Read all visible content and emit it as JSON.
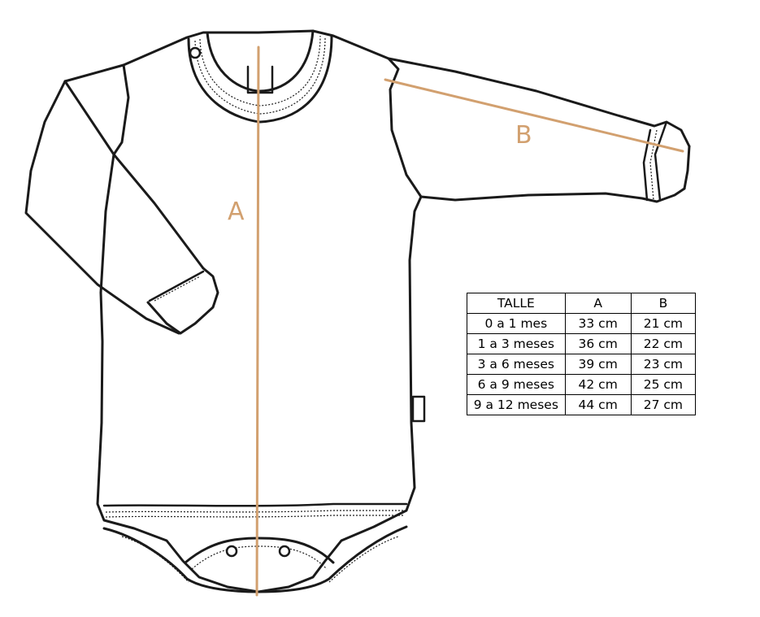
{
  "dimension_labels": {
    "a": "A",
    "b": "B"
  },
  "size_table": {
    "headers": [
      "TALLE",
      "A",
      "B"
    ],
    "rows": [
      [
        "0 a 1 mes",
        "33 cm",
        "21 cm"
      ],
      [
        "1 a 3 meses",
        "36 cm",
        "22 cm"
      ],
      [
        "3 a 6 meses",
        "39 cm",
        "23 cm"
      ],
      [
        "6 a 9 meses",
        "42 cm",
        "25 cm"
      ],
      [
        "9 a 12 meses",
        "44 cm",
        "27 cm"
      ]
    ]
  },
  "colors": {
    "measure_line": "#d2a06f",
    "outline": "#1a1a1a",
    "background": "#ffffff"
  }
}
